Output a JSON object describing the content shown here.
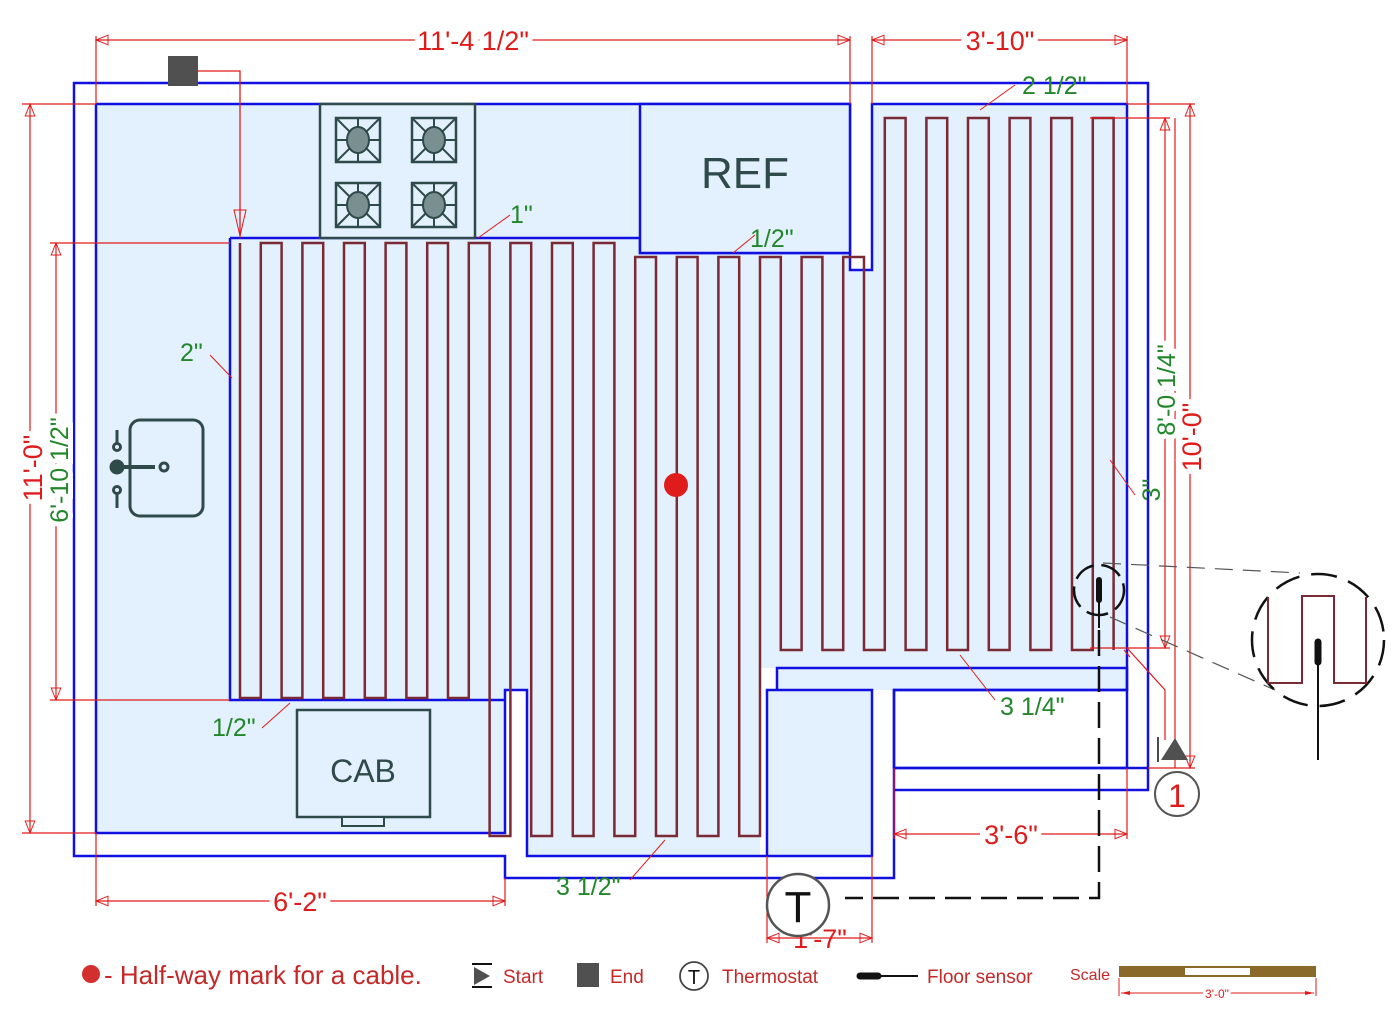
{
  "drawing": {
    "type": "floor heating cable layout",
    "colors": {
      "wall": "#1010e0",
      "floor_fill": "#e3f0fd",
      "cable": "#7a2a35",
      "dimension": "#e01b1b",
      "spacing_label": "#22862a",
      "fixture": "#2f4a4a",
      "halfway_mark": "#e01b1b"
    },
    "fixtures": {
      "refrigerator": "REF",
      "cabinet": "CAB",
      "cooktop": "cooktop-4-burners",
      "sink": "sink"
    },
    "dimensions": {
      "top_left_width": "11'-4 1/2\"",
      "top_right_width": "3'-10\"",
      "left_total_height": "11'-0\"",
      "left_heated_height": "6'-10 1/2\"",
      "right_total_height": "10'-0\"",
      "right_heated_height": "8'-0 1/4\"",
      "bottom_left_width": "6'-2\"",
      "bottom_right_width": "3'-6\"",
      "bottom_thermostat_width": "1'-7\""
    },
    "spacing_labels": {
      "cooktop_gap": "1\"",
      "ref_gap": "1/2\"",
      "right_top_gap": "2 1/2\"",
      "left_wall_gap": "2\"",
      "cab_gap": "1/2\"",
      "right_wall_gap": "3\"",
      "right_bottom_gap": "3 1/4\"",
      "center_bottom_gap": "3 1/2\""
    },
    "markers": {
      "thermostat": "T",
      "circuit_number": "1"
    }
  },
  "legend": {
    "halfway": "- Half-way mark for a cable.",
    "start": "Start",
    "end": "End",
    "thermostat": "Thermostat",
    "thermostat_symbol": "T",
    "floor_sensor": "Floor sensor",
    "scale_label": "Scale",
    "scale_value": "3'-0\""
  }
}
